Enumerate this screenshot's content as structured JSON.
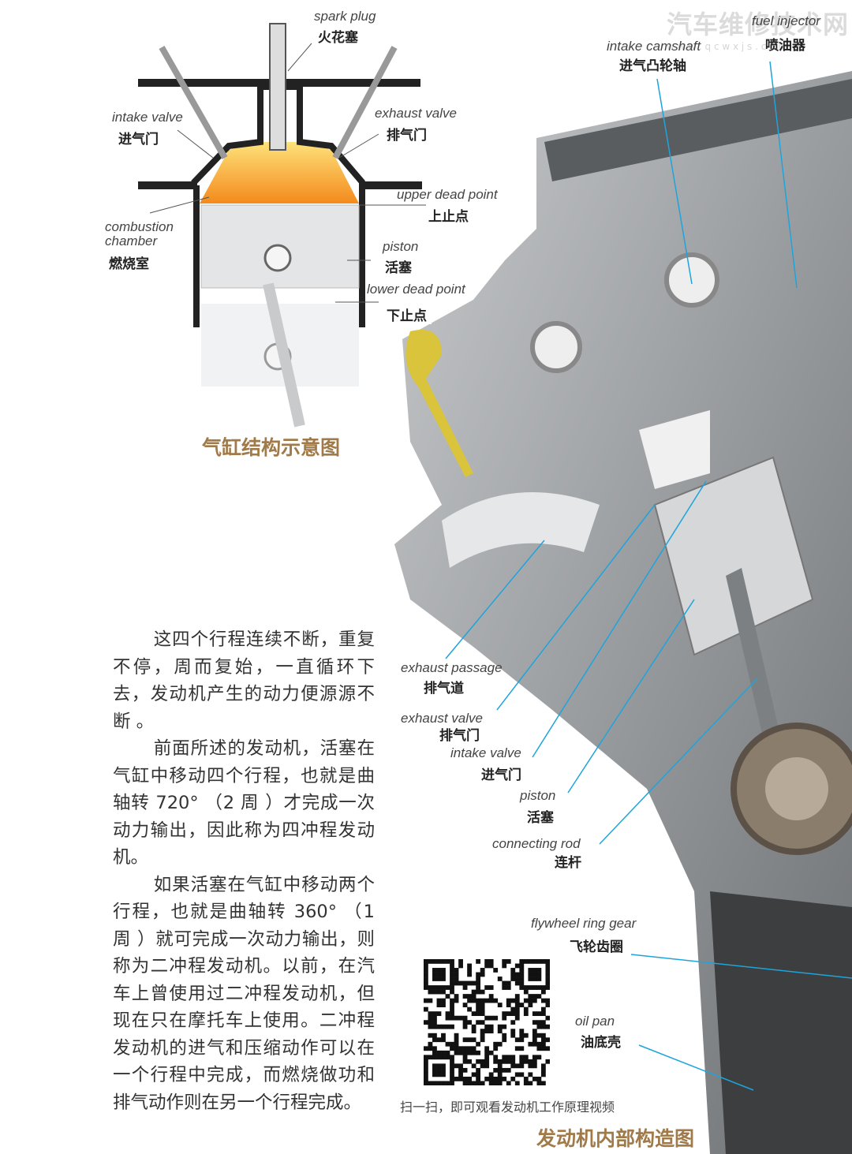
{
  "watermark": {
    "brand": "汽车维修技术网",
    "url": "w w w . q c w x j s . c o m"
  },
  "cylinder_diagram": {
    "title": "气缸结构示意图",
    "labels": {
      "spark_plug": {
        "en": "spark plug",
        "zh": "火花塞"
      },
      "intake_valve": {
        "en": "intake valve",
        "zh": "进气门"
      },
      "exhaust_valve": {
        "en": "exhaust valve",
        "zh": "排气门"
      },
      "combustion_chamber": {
        "en1": "combustion",
        "en2": "chamber",
        "zh": "燃烧室"
      },
      "upper_dead_point": {
        "en": "upper dead point",
        "zh": "上止点"
      },
      "piston": {
        "en": "piston",
        "zh": "活塞"
      },
      "lower_dead_point": {
        "en": "lower dead point",
        "zh": "下止点"
      }
    }
  },
  "engine_diagram": {
    "title": "发动机内部构造图",
    "labels": {
      "intake_camshaft": {
        "en": "intake camshaft",
        "zh": "进气凸轮轴"
      },
      "fuel_injector": {
        "en": "fuel injector",
        "zh": "喷油器"
      },
      "exhaust_passage": {
        "en": "exhaust passage",
        "zh": "排气道"
      },
      "exhaust_valve": {
        "en": "exhaust valve",
        "zh": "排气门"
      },
      "intake_valve": {
        "en": "intake valve",
        "zh": "进气门"
      },
      "piston": {
        "en": "piston",
        "zh": "活塞"
      },
      "connecting_rod": {
        "en": "connecting rod",
        "zh": "连杆"
      },
      "flywheel_ring_gear": {
        "en": "flywheel ring gear",
        "zh": "飞轮齿圈"
      },
      "oil_pan": {
        "en": "oil pan",
        "zh": "油底壳"
      }
    },
    "leader_color": "#1ea4dc"
  },
  "qr": {
    "caption": "扫一扫，即可观看发动机工作原理视频"
  },
  "body": {
    "paragraphs": [
      "这四个行程连续不断，重复不停，周而复始，一直循环下去，发动机产生的动力便源源不断 。",
      "前面所述的发动机，活塞在气缸中移动四个行程，也就是曲轴转 720° （2 周 ）才完成一次动力输出，因此称为四冲程发动机。",
      "如果活塞在气缸中移动两个行程，也就是曲轴转 360° （1 周 ）就可完成一次动力输出，则称为二冲程发动机。以前，在汽车上曾使用过二冲程发动机，但现在只在摩托车上使用。二冲程发动机的进气和压缩动作可以在一个行程中完成，而燃烧做功和排气动作则在另一个行程完成。"
    ]
  },
  "colors": {
    "caption": "#a07a48",
    "flame": "#f7a21b"
  }
}
